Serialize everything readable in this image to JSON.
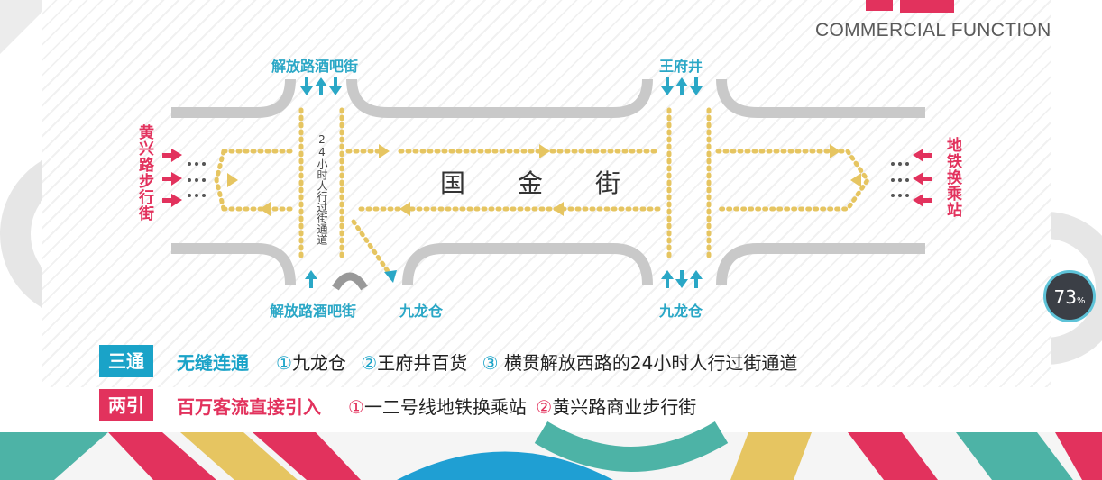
{
  "heading": {
    "en": "COMMERCIAL FUNCTION"
  },
  "labels": {
    "top_left": "解放路酒吧街",
    "top_right": "王府井",
    "bottom_left": "解放路酒吧街",
    "bottom_mid": "九龙仓",
    "bottom_right": "九龙仓",
    "left_side": "黄兴路步行街",
    "right_side": "地铁换乘站",
    "corridor": "24小时人行过街通道",
    "road": "国金街"
  },
  "rows": [
    {
      "tag": "三通",
      "title": "无缝连通",
      "items": [
        {
          "num": "①",
          "text": "九龙仓"
        },
        {
          "num": "②",
          "text": "王府井百货"
        },
        {
          "num": "③",
          "text": " 横贯解放西路的24小时人行过街通道"
        }
      ]
    },
    {
      "tag": "两引",
      "title": "百万客流直接引入",
      "items": [
        {
          "num": "①",
          "text": "一二号线地铁换乘站"
        },
        {
          "num": "②",
          "text": "黄兴路商业步行街"
        }
      ]
    }
  ],
  "colors": {
    "teal": "#2aa7c6",
    "pink": "#e2325d",
    "yellow": "#e6c561",
    "road_gray": "#c9c9c9"
  },
  "badge": {
    "value": "73",
    "unit": "%"
  }
}
